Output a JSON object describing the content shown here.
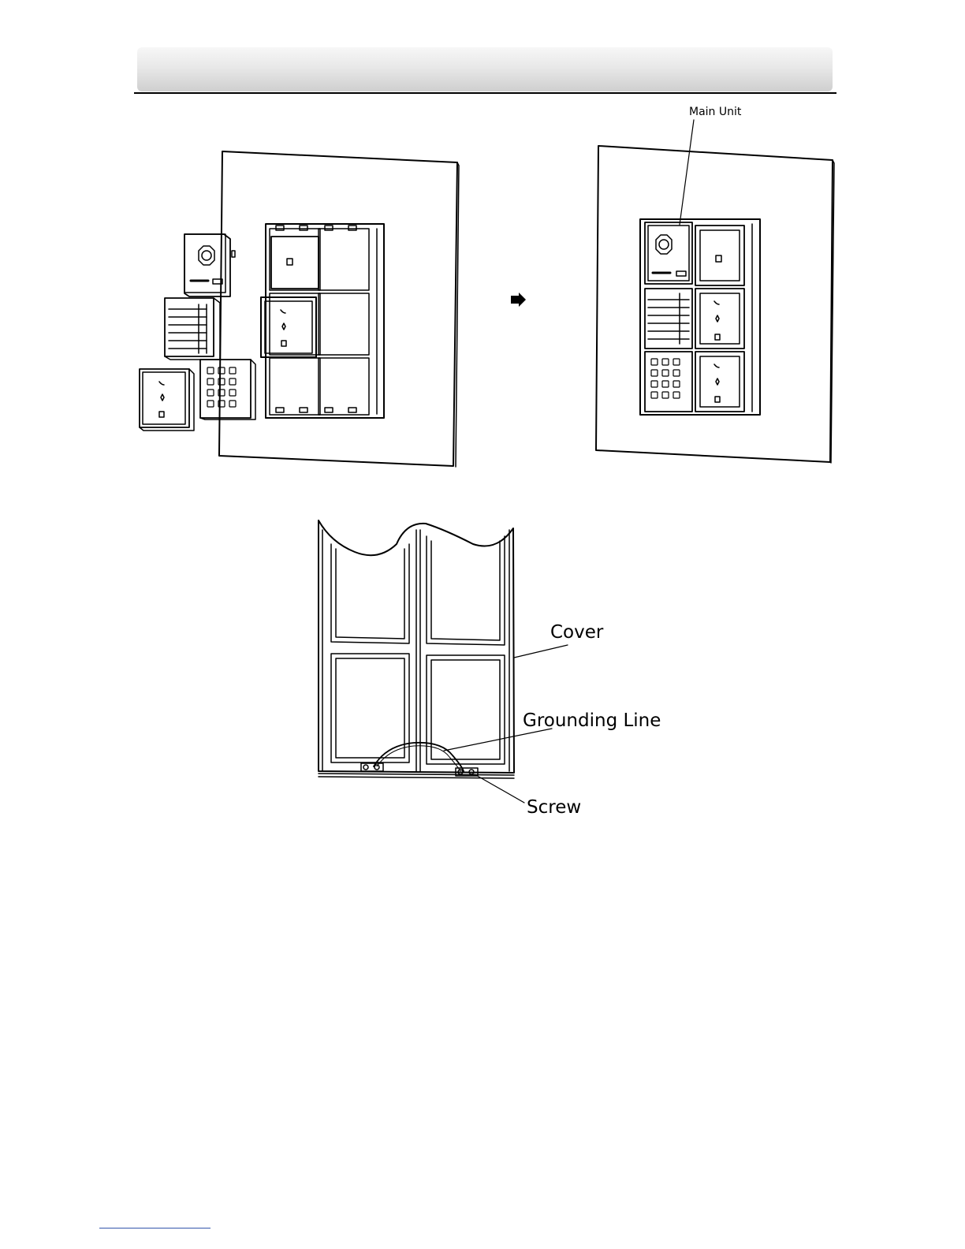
{
  "labels": {
    "main_unit": "Main Unit",
    "cover": "Cover",
    "grounding_line": "Grounding Line",
    "screw": "Screw"
  },
  "colors": {
    "header_gradient_top": "#f7f7f7",
    "header_gradient_bottom": "#cfcfcf",
    "line": "#000000",
    "footer_rule": "#3355aa"
  }
}
